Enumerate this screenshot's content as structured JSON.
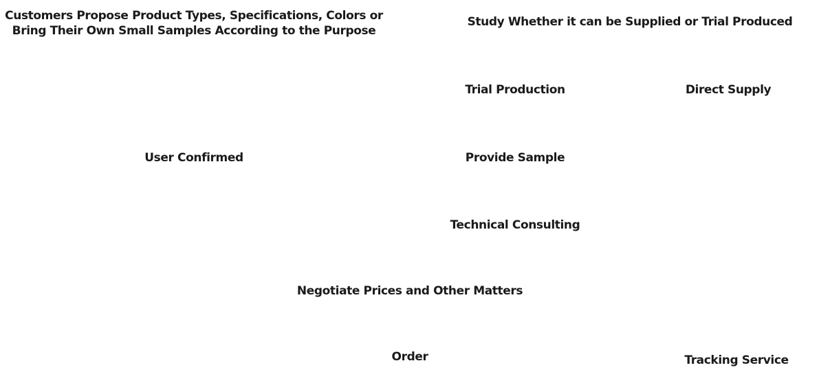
{
  "nodes": {
    "customer_request": {
      "line1": "Customers Propose Product Types, Specifications, Colors or",
      "line2": "Bring Their Own Small Samples According to the Purpose"
    },
    "study": "Study Whether it can be Supplied or Trial Produced",
    "trial_production": "Trial Production",
    "direct_supply": "Direct Supply",
    "user_confirmed": "User Confirmed",
    "provide_sample": "Provide Sample",
    "technical_consulting": "Technical Consulting",
    "negotiate": "Negotiate Prices and Other Matters",
    "order": "Order",
    "tracking_service": "Tracking Service"
  }
}
